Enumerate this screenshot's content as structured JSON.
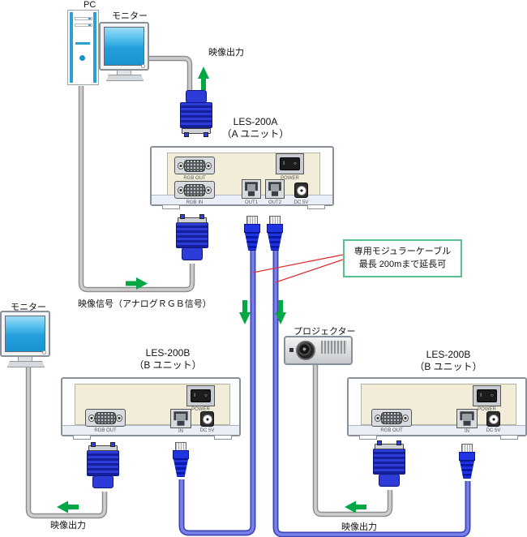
{
  "labels": {
    "pc": "PC",
    "monitor_top": "モニター",
    "monitor_bottom": "モニター",
    "projector": "プロジェクター",
    "video_out_top": "映像出力",
    "video_out_bottom_left": "映像出力",
    "video_out_bottom_right": "映像出力",
    "video_signal": "映像信号（アナログＲＧＢ信号）"
  },
  "callout": {
    "line1": "専用モジュラーケーブル",
    "line2": "最長 200mまで延長可"
  },
  "units": {
    "a": {
      "model": "LES-200A",
      "subtitle": "（A ユニット）",
      "ports": {
        "rgb_out": "RGB OUT",
        "rgb_in": "RGB IN",
        "out1": "OUT1",
        "out2": "OUT2",
        "power": "POWER",
        "dc": "DC 5V"
      }
    },
    "b_left": {
      "model": "LES-200B",
      "subtitle": "（B ユニット）",
      "ports": {
        "rgb_out": "RGB OUT",
        "in": "IN",
        "power": "POWER",
        "dc": "DC 5V"
      }
    },
    "b_right": {
      "model": "LES-200B",
      "subtitle": "（B ユニット）",
      "ports": {
        "rgb_out": "RGB OUT",
        "in": "IN",
        "power": "POWER",
        "dc": "DC 5V"
      }
    }
  },
  "switch_marks": {
    "on": "I",
    "off": "○"
  },
  "colors": {
    "cable_gray": "#cdcdcd",
    "cable_gray_outline": "#8f8f8f",
    "cable_blue": "#7a81e8",
    "cable_blue_outline": "#3f45bb",
    "connector_blue": "#2d3bd8",
    "arrow_green": "#00a843",
    "callout_border": "#59c08d",
    "callout_pointer_red": "#e03030",
    "panel_beige": "#f1edd9",
    "screen_blue": "#2da7e2",
    "pc_accent_blue": "#2aa0d4"
  }
}
